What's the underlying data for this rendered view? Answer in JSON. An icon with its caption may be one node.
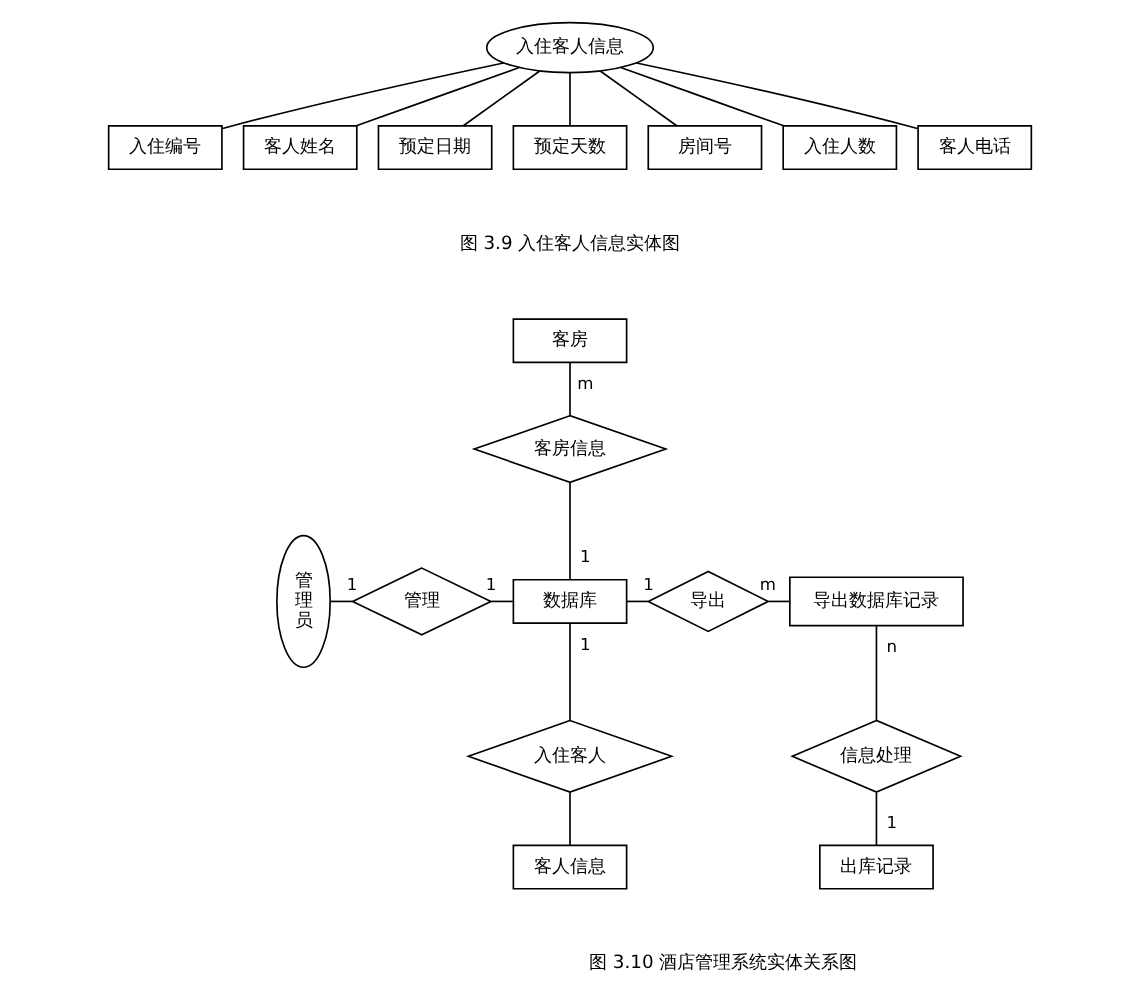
{
  "diagram": {
    "nodes": [
      {
        "text": [
          "入住客人信息"
        ]
      },
      {
        "text": [
          "入住编号"
        ]
      },
      {
        "text": [
          "客人姓名"
        ]
      },
      {
        "text": [
          "预定日期"
        ]
      },
      {
        "text": [
          "预定天数"
        ]
      },
      {
        "text": [
          "房间号"
        ]
      },
      {
        "text": [
          "入住人数"
        ]
      },
      {
        "text": [
          "客人电话"
        ]
      },
      {
        "text": [
          "客房"
        ]
      },
      {
        "text": [
          "客房信息"
        ]
      },
      {
        "text": [
          "管理员"
        ]
      },
      {
        "text": [
          "管理"
        ]
      },
      {
        "text": [
          "数据库"
        ]
      },
      {
        "text": [
          "导出"
        ]
      },
      {
        "text": [
          "导出数据库记录"
        ]
      },
      {
        "text": [
          "入住客人"
        ]
      },
      {
        "text": [
          "信息处理"
        ]
      },
      {
        "text": [
          "客人信息"
        ]
      },
      {
        "text": [
          "出库记录"
        ]
      }
    ],
    "edges": [
      {
        "from": 0,
        "to": 1,
        "arrow": "none"
      },
      {
        "from": 0,
        "to": 2,
        "arrow": "none"
      },
      {
        "from": 0,
        "to": 3,
        "arrow": "none"
      },
      {
        "from": 0,
        "to": 4,
        "arrow": "none"
      },
      {
        "from": 0,
        "to": 5,
        "arrow": "none"
      },
      {
        "from": 0,
        "to": 6,
        "arrow": "none"
      },
      {
        "from": 0,
        "to": 7,
        "arrow": "none"
      },
      {
        "from": 8,
        "to": 9,
        "arrow": "none",
        "label": "m"
      },
      {
        "from": 9,
        "to": 12,
        "arrow": "none",
        "label": "1"
      },
      {
        "from": 10,
        "to": 11,
        "arrow": "none",
        "label": "1"
      },
      {
        "from": 11,
        "to": 12,
        "arrow": "none",
        "label": "1"
      },
      {
        "from": 12,
        "to": 13,
        "arrow": "none",
        "label": "1"
      },
      {
        "from": 13,
        "to": 14,
        "arrow": "none",
        "label": "m"
      },
      {
        "from": 12,
        "to": 15,
        "arrow": "none",
        "label": "1"
      },
      {
        "from": 15,
        "to": 17,
        "arrow": "none"
      },
      {
        "from": 14,
        "to": 16,
        "arrow": "none",
        "label": "n"
      },
      {
        "from": 16,
        "to": 18,
        "arrow": "none",
        "label": "1"
      }
    ],
    "labels": [
      "图 3.9 入住客人信息实体图",
      "图 3.10 酒店管理系统实体关系图"
    ]
  }
}
